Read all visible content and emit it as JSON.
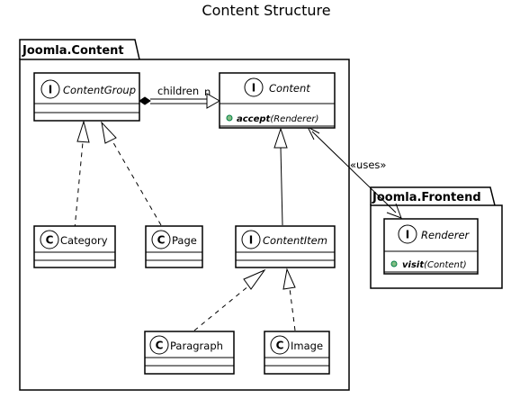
{
  "title": "Content Structure",
  "packages": [
    {
      "id": "joomla-content",
      "name": "Joomla.Content"
    },
    {
      "id": "joomla-frontend",
      "name": "Joomla.Frontend"
    }
  ],
  "classes": [
    {
      "id": "contentgroup",
      "name": "ContentGroup",
      "stereotype": "I"
    },
    {
      "id": "content",
      "name": "Content",
      "stereotype": "I",
      "method": {
        "name": "accept",
        "params": "(Renderer)"
      }
    },
    {
      "id": "category",
      "name": "Category",
      "stereotype": "C"
    },
    {
      "id": "page",
      "name": "Page",
      "stereotype": "C"
    },
    {
      "id": "contentitem",
      "name": "ContentItem",
      "stereotype": "I"
    },
    {
      "id": "paragraph",
      "name": "Paragraph",
      "stereotype": "C"
    },
    {
      "id": "image",
      "name": "Image",
      "stereotype": "C"
    },
    {
      "id": "renderer",
      "name": "Renderer",
      "stereotype": "I",
      "method": {
        "name": "visit",
        "params": "(Content)"
      }
    }
  ],
  "relations": {
    "children_label": "children",
    "children_multiplicity": "n",
    "uses_label": "«uses»"
  },
  "colors": {
    "class_fill": "#ffffff",
    "interface_circle": "#ffffff",
    "class_circle": "#ffffff",
    "method_dot": "#84be84",
    "line": "#000000"
  }
}
